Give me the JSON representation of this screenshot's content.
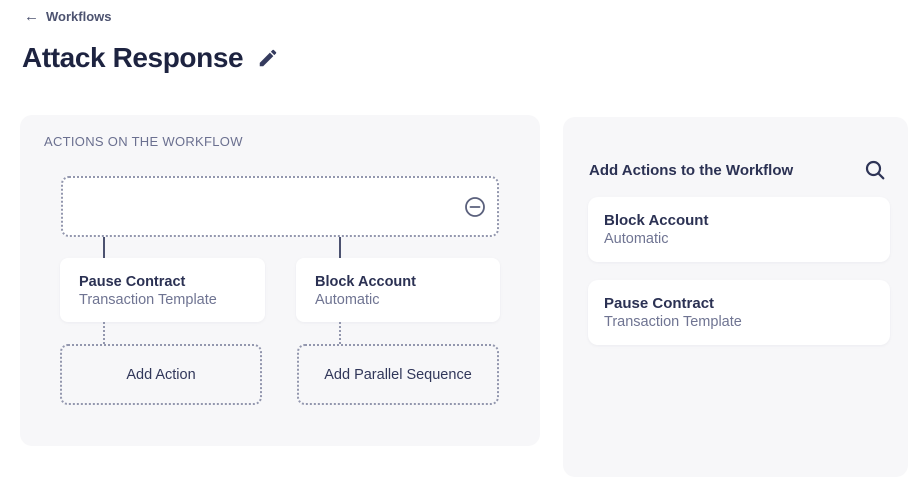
{
  "page": {
    "back_link": "Workflows",
    "title": "Attack Response"
  },
  "icons": {
    "back": "arrow-left",
    "edit": "pencil",
    "remove": "minus-circle",
    "search": "magnifier"
  },
  "colors": {
    "panel_bg": "#f7f7f9",
    "card_bg": "#ffffff",
    "title_dark": "#1d2340",
    "text_primary": "#2b3153",
    "text_secondary": "#6f7492",
    "dotted_border": "#9397ae",
    "connector": "#4c5270"
  },
  "left_panel": {
    "label": "ACTIONS ON THE WORKFLOW",
    "nodes": [
      {
        "title": "Pause Contract",
        "subtitle": "Transaction Template"
      },
      {
        "title": "Block Account",
        "subtitle": "Automatic"
      }
    ],
    "add_action_label": "Add Action",
    "add_parallel_label": "Add Parallel Sequence"
  },
  "right_panel": {
    "title": "Add Actions to the Workflow",
    "actions": [
      {
        "title": "Block Account",
        "subtitle": "Automatic"
      },
      {
        "title": "Pause Contract",
        "subtitle": "Transaction Template"
      }
    ]
  }
}
